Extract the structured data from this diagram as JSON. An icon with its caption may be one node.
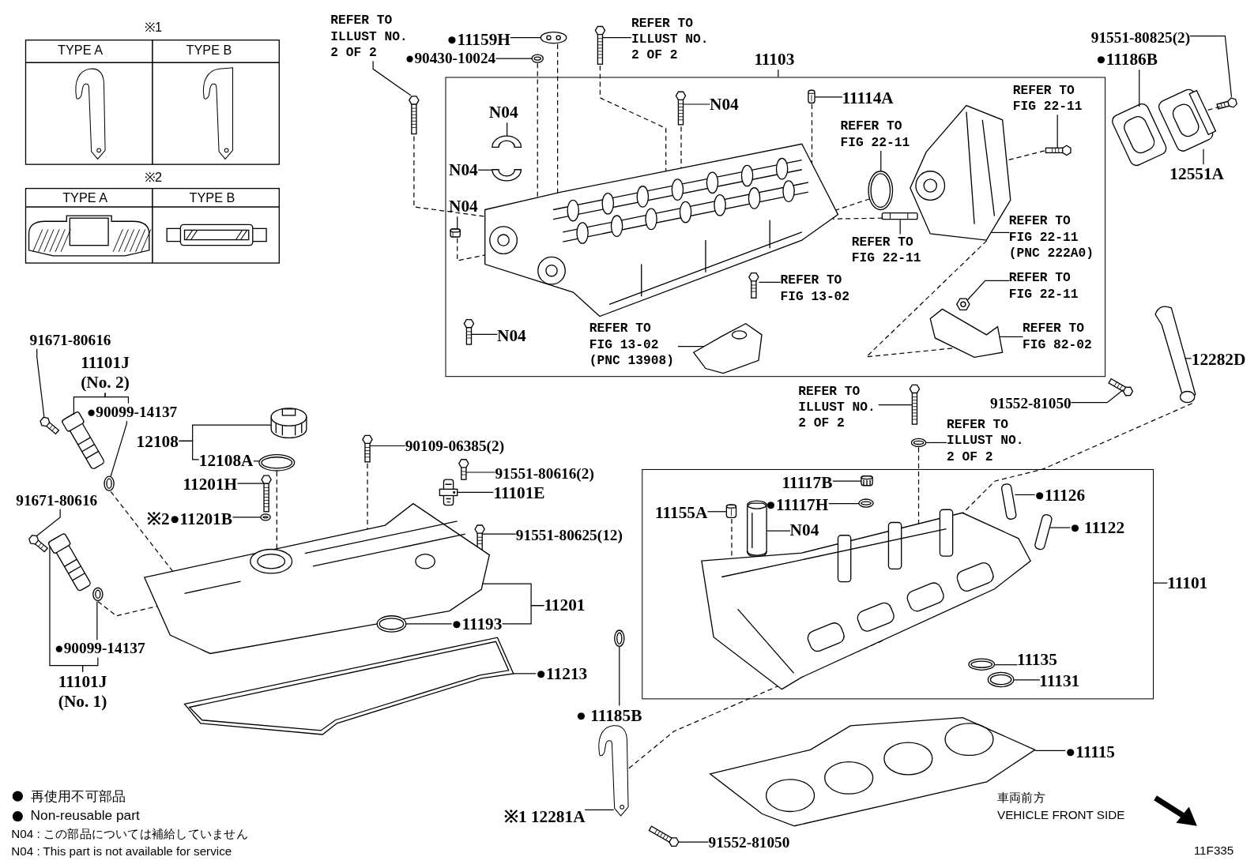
{
  "diagram": {
    "nodes": [
      {
        "text": [
          "REFER TO ILLUST NO. 2 OF 2"
        ]
      },
      {
        "text": [
          "●11159H"
        ]
      },
      {
        "text": [
          "●90430-10024"
        ]
      },
      {
        "text": [
          "REFER TO ILLUST NO. 2 OF 2"
        ]
      },
      {
        "text": [
          "11103"
        ]
      },
      {
        "text": [],
        "shape": "box"
      },
      {
        "text": [
          "N04"
        ],
        "in": 5
      },
      {
        "text": [
          "N04"
        ],
        "in": 5
      },
      {
        "text": [
          "11114A"
        ],
        "in": 5
      },
      {
        "text": [
          "REFER TO FIG 22-11"
        ],
        "in": 5
      },
      {
        "text": [
          "REFER TO FIG 22-11"
        ],
        "in": 5
      },
      {
        "text": [
          "N04"
        ],
        "in": 5
      },
      {
        "text": [
          "N04"
        ],
        "in": 5
      },
      {
        "text": [
          "REFER TO FIG 22-11"
        ],
        "in": 5
      },
      {
        "text": [
          "REFER TO FIG 22-11 (PNC 222A0)"
        ],
        "in": 5
      },
      {
        "text": [
          "REFER TO FIG 13-02"
        ],
        "in": 5
      },
      {
        "text": [
          "REFER TO FIG 22-11"
        ],
        "in": 5
      },
      {
        "text": [
          "N04"
        ],
        "in": 5
      },
      {
        "text": [
          "REFER TO FIG 13-02 (PNC 13908)"
        ],
        "in": 5
      },
      {
        "text": [
          "REFER TO FIG 82-02"
        ],
        "in": 5
      },
      {
        "text": [
          "91551-80825(2)"
        ]
      },
      {
        "text": [
          "●11186B"
        ]
      },
      {
        "text": [
          "12551A"
        ]
      },
      {
        "text": [
          "12282D"
        ]
      },
      {
        "text": [
          "91552-81050"
        ]
      },
      {
        "text": [
          "91671-80616"
        ]
      },
      {
        "text": [
          "11101J (No. 2)"
        ]
      },
      {
        "text": [
          "●90099-14137"
        ]
      },
      {
        "text": [
          "91671-80616"
        ]
      },
      {
        "text": [
          "●90099-14137"
        ]
      },
      {
        "text": [
          "11101J (No. 1)"
        ]
      },
      {
        "text": [
          "12108"
        ]
      },
      {
        "text": [
          "12108A"
        ]
      },
      {
        "text": [
          "11201H"
        ]
      },
      {
        "text": [
          "※2●11201B"
        ]
      },
      {
        "text": [
          "90109-06385(2)"
        ]
      },
      {
        "text": [
          "91551-80616(2)"
        ]
      },
      {
        "text": [
          "11101E"
        ]
      },
      {
        "text": [
          "91551-80625(12)"
        ]
      },
      {
        "text": [
          "11201"
        ]
      },
      {
        "text": [
          "●11193"
        ]
      },
      {
        "text": [
          "●11213"
        ]
      },
      {
        "text": [
          "● 11185B"
        ]
      },
      {
        "text": [
          "※1 12281A"
        ]
      },
      {
        "text": [
          "91552-81050"
        ]
      },
      {
        "text": [
          "REFER TO ILLUST NO. 2 OF 2"
        ]
      },
      {
        "text": [
          "REFER TO ILLUST NO. 2 OF 2"
        ]
      },
      {
        "text": [
          "11101"
        ]
      },
      {
        "text": [],
        "shape": "box"
      },
      {
        "text": [
          "11117B"
        ],
        "in": 48
      },
      {
        "text": [
          "11155A"
        ],
        "in": 48
      },
      {
        "text": [
          "●11117H"
        ],
        "in": 48
      },
      {
        "text": [
          "N04"
        ],
        "in": 48
      },
      {
        "text": [
          "●11126"
        ],
        "in": 48
      },
      {
        "text": [
          "● 11122"
        ],
        "in": 48
      },
      {
        "text": [
          "11135"
        ],
        "in": 48
      },
      {
        "text": [
          "11131"
        ],
        "in": 48
      },
      {
        "text": [
          "●11115"
        ]
      },
      {
        "text": [],
        "shape": "picture"
      },
      {
        "text": [],
        "shape": "picture"
      },
      {
        "text": [],
        "shape": "picture"
      },
      {
        "text": [],
        "shape": "picture"
      },
      {
        "text": [],
        "shape": "picture",
        "in": 5
      },
      {
        "text": [],
        "shape": "picture",
        "in": 5
      },
      {
        "text": [],
        "shape": "picture",
        "in": 5
      },
      {
        "text": [],
        "shape": "picture",
        "in": 5
      },
      {
        "text": [],
        "shape": "picture",
        "in": 5
      },
      {
        "text": [],
        "shape": "picture",
        "in": 5
      },
      {
        "text": [],
        "shape": "picture",
        "in": 5
      },
      {
        "text": [],
        "shape": "picture",
        "in": 5
      },
      {
        "text": [],
        "shape": "picture",
        "in": 5
      },
      {
        "text": [],
        "shape": "picture",
        "in": 5
      },
      {
        "text": [],
        "shape": "picture",
        "in": 5
      },
      {
        "text": [],
        "shape": "picture",
        "in": 5
      },
      {
        "text": [],
        "shape": "picture",
        "in": 5
      },
      {
        "text": [],
        "shape": "picture",
        "in": 5
      },
      {
        "text": [],
        "shape": "picture",
        "in": 5
      },
      {
        "text": [],
        "shape": "picture"
      },
      {
        "text": [],
        "shape": "picture"
      },
      {
        "text": [],
        "shape": "picture"
      },
      {
        "text": [],
        "shape": "picture"
      },
      {
        "text": [],
        "shape": "picture"
      },
      {
        "text": [],
        "shape": "picture"
      },
      {
        "text": [],
        "shape": "picture"
      },
      {
        "text": [],
        "shape": "picture"
      },
      {
        "text": [],
        "shape": "picture"
      },
      {
        "text": [],
        "shape": "picture"
      },
      {
        "text": [],
        "shape": "picture"
      },
      {
        "text": [],
        "shape": "picture"
      },
      {
        "text": [],
        "shape": "picture"
      },
      {
        "text": [],
        "shape": "picture"
      },
      {
        "text": [],
        "shape": "picture"
      },
      {
        "text": [],
        "shape": "picture"
      },
      {
        "text": [],
        "shape": "picture"
      },
      {
        "text": [],
        "shape": "picture"
      },
      {
        "text": [],
        "shape": "picture"
      },
      {
        "text": [],
        "shape": "picture"
      },
      {
        "text": [],
        "shape": "picture"
      },
      {
        "text": [],
        "shape": "picture"
      },
      {
        "text": [],
        "shape": "picture"
      },
      {
        "text": [],
        "shape": "picture"
      },
      {
        "text": [],
        "shape": "picture"
      },
      {
        "text": [],
        "shape": "picture"
      },
      {
        "text": [],
        "shape": "picture"
      },
      {
        "text": [],
        "shape": "picture",
        "in": 48
      },
      {
        "text": [],
        "shape": "picture",
        "in": 48
      },
      {
        "text": [],
        "shape": "picture",
        "in": 48
      },
      {
        "text": [],
        "shape": "picture",
        "in": 48
      },
      {
        "text": [],
        "shape": "picture",
        "in": 48
      },
      {
        "text": [],
        "shape": "picture",
        "in": 48
      },
      {
        "text": [],
        "shape": "picture",
        "in": 48
      },
      {
        "text": [],
        "shape": "picture",
        "in": 48
      },
      {
        "text": [],
        "shape": "picture",
        "in": 48
      },
      {
        "text": [],
        "shape": "picture"
      }
    ],
    "edges": [
      {
        "from": 0,
        "to": 58,
        "arrow": "none"
      },
      {
        "from": 1,
        "to": 59,
        "arrow": "none"
      },
      {
        "from": 2,
        "to": 60,
        "arrow": "none"
      },
      {
        "from": 3,
        "to": 61,
        "arrow": "none"
      },
      {
        "from": 4,
        "to": 5,
        "arrow": "none"
      },
      {
        "from": 6,
        "to": 62,
        "arrow": "none"
      },
      {
        "from": 7,
        "to": 63,
        "arrow": "none"
      },
      {
        "from": 8,
        "to": 64,
        "arrow": "none"
      },
      {
        "from": 9,
        "to": 65,
        "arrow": "none"
      },
      {
        "from": 10,
        "to": 66,
        "arrow": "none"
      },
      {
        "from": 11,
        "to": 67,
        "arrow": "none"
      },
      {
        "from": 12,
        "to": 68,
        "arrow": "none"
      },
      {
        "from": 13,
        "to": 69,
        "arrow": "none"
      },
      {
        "from": 14,
        "to": 70,
        "arrow": "none"
      },
      {
        "from": 15,
        "to": 71,
        "arrow": "none"
      },
      {
        "from": 16,
        "to": 72,
        "arrow": "none"
      },
      {
        "from": 17,
        "to": 73,
        "arrow": "none"
      },
      {
        "from": 18,
        "to": 74,
        "arrow": "none"
      },
      {
        "from": 19,
        "to": 75,
        "arrow": "none"
      },
      {
        "from": 20,
        "to": 77,
        "arrow": "none"
      },
      {
        "from": 21,
        "to": 78,
        "arrow": "none"
      },
      {
        "from": 22,
        "to": 79,
        "arrow": "none"
      },
      {
        "from": 23,
        "to": 80,
        "arrow": "none"
      },
      {
        "from": 24,
        "to": 81,
        "arrow": "none"
      },
      {
        "from": 25,
        "to": 82,
        "arrow": "none"
      },
      {
        "from": 26,
        "to": 83,
        "arrow": "none"
      },
      {
        "from": 26,
        "to": 27,
        "arrow": "none"
      },
      {
        "from": 27,
        "to": 84,
        "arrow": "none"
      },
      {
        "from": 28,
        "to": 85,
        "arrow": "none"
      },
      {
        "from": 29,
        "to": 87,
        "arrow": "none"
      },
      {
        "from": 30,
        "to": 86,
        "arrow": "none"
      },
      {
        "from": 30,
        "to": 29,
        "arrow": "none"
      },
      {
        "from": 31,
        "to": 88,
        "arrow": "none"
      },
      {
        "from": 31,
        "to": 32,
        "arrow": "none"
      },
      {
        "from": 32,
        "to": 89,
        "arrow": "none"
      },
      {
        "from": 33,
        "to": 90,
        "arrow": "none"
      },
      {
        "from": 34,
        "to": 91,
        "arrow": "none"
      },
      {
        "from": 35,
        "to": 92,
        "arrow": "none"
      },
      {
        "from": 36,
        "to": 93,
        "arrow": "none"
      },
      {
        "from": 37,
        "to": 94,
        "arrow": "none"
      },
      {
        "from": 38,
        "to": 95,
        "arrow": "none"
      },
      {
        "from": 39,
        "to": 96,
        "arrow": "none"
      },
      {
        "from": 39,
        "to": 40,
        "arrow": "none"
      },
      {
        "from": 40,
        "to": 97,
        "arrow": "none"
      },
      {
        "from": 41,
        "to": 98,
        "arrow": "none"
      },
      {
        "from": 42,
        "to": 99,
        "arrow": "none"
      },
      {
        "from": 43,
        "to": 100,
        "arrow": "none"
      },
      {
        "from": 44,
        "to": 101,
        "arrow": "none"
      },
      {
        "from": 45,
        "to": 102,
        "arrow": "none"
      },
      {
        "from": 46,
        "to": 103,
        "arrow": "none"
      },
      {
        "from": 47,
        "to": 48,
        "arrow": "none"
      },
      {
        "from": 49,
        "to": 104,
        "arrow": "none"
      },
      {
        "from": 50,
        "to": 105,
        "arrow": "none"
      },
      {
        "from": 51,
        "to": 106,
        "arrow": "none"
      },
      {
        "from": 52,
        "to": 107,
        "arrow": "none"
      },
      {
        "from": 53,
        "to": 108,
        "arrow": "none"
      },
      {
        "from": 54,
        "to": 109,
        "arrow": "none"
      },
      {
        "from": 55,
        "to": 110,
        "arrow": "none"
      },
      {
        "from": 56,
        "to": 111,
        "arrow": "none"
      },
      {
        "from": 57,
        "to": 113,
        "arrow": "none"
      },
      {
        "from": 58,
        "to": 76,
        "arrow": "none",
        "style": "dashed"
      },
      {
        "from": 59,
        "to": 76,
        "arrow": "none",
        "style": "dashed"
      },
      {
        "from": 60,
        "to": 76,
        "arrow": "none",
        "style": "dashed"
      },
      {
        "from": 61,
        "to": 76,
        "arrow": "none",
        "style": "dashed"
      },
      {
        "from": 63,
        "to": 76,
        "arrow": "none",
        "style": "dashed"
      },
      {
        "from": 64,
        "to": 76,
        "arrow": "none",
        "style": "dashed"
      },
      {
        "from": 65,
        "to": 76,
        "arrow": "none",
        "style": "dashed"
      },
      {
        "from": 69,
        "to": 76,
        "arrow": "none",
        "style": "dashed"
      },
      {
        "from": 66,
        "to": 70,
        "arrow": "none",
        "style": "dashed"
      },
      {
        "from": 70,
        "to": 75,
        "arrow": "none",
        "style": "dashed"
      },
      {
        "from": 68,
        "to": 76,
        "arrow": "none",
        "style": "dashed"
      },
      {
        "from": 77,
        "to": 79,
        "arrow": "none",
        "style": "dashed"
      },
      {
        "from": 84,
        "to": 96,
        "arrow": "none",
        "style": "dashed"
      },
      {
        "from": 87,
        "to": 96,
        "arrow": "none",
        "style": "dashed"
      },
      {
        "from": 92,
        "to": 96,
        "arrow": "none",
        "style": "dashed"
      },
      {
        "from": 89,
        "to": 96,
        "arrow": "none",
        "style": "dashed"
      },
      {
        "from": 80,
        "to": 112,
        "arrow": "none",
        "style": "dashed"
      },
      {
        "from": 112,
        "to": 100,
        "arrow": "none",
        "style": "dashed"
      },
      {
        "from": 103,
        "to": 112,
        "arrow": "none",
        "style": "dashed"
      },
      {
        "from": 105,
        "to": 112,
        "arrow": "none",
        "style": "dashed"
      }
    ],
    "labels": [
      "※1",
      "TYPE A",
      "TYPE B",
      "※2",
      "TYPE A",
      "TYPE B",
      "N04 : この部品については補給していません",
      "N04 : This part is not available for service",
      "車両前方",
      "VEHICLE FRONT SIDE",
      "11F335"
    ],
    "legend": [
      {
        "text": "再使用不可部品"
      },
      {
        "text": "Non-reusable part"
      }
    ]
  }
}
